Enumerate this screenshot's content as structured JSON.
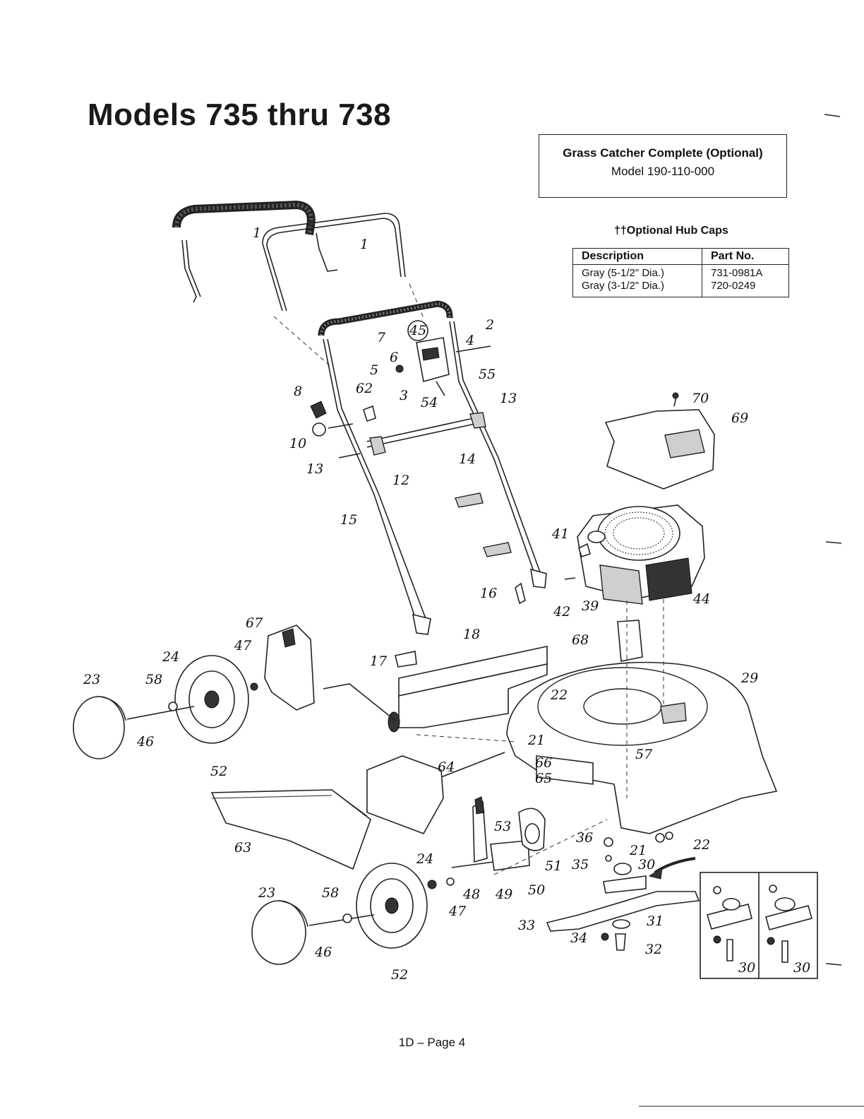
{
  "title": "Models 735 thru 738",
  "grass_catcher": {
    "title": "Grass Catcher Complete (Optional)",
    "model": "Model 190-110-000"
  },
  "hub_caps": {
    "title": "††Optional Hub Caps",
    "headers": {
      "description": "Description",
      "part_no": "Part No."
    },
    "rows": [
      {
        "description": "Gray (5-1/2\" Dia.)",
        "part_no": "731-0981A"
      },
      {
        "description": "Gray (3-1/2\" Dia.)",
        "part_no": "720-0249"
      }
    ]
  },
  "callouts": [
    "1",
    "1",
    "2",
    "3",
    "4",
    "5",
    "6",
    "7",
    "8",
    "10",
    "12",
    "13",
    "13",
    "14",
    "15",
    "16",
    "17",
    "18",
    "21",
    "21",
    "22",
    "22",
    "23",
    "23",
    "24",
    "24",
    "29",
    "30",
    "30",
    "30",
    "31",
    "32",
    "33",
    "34",
    "35",
    "36",
    "39",
    "41",
    "42",
    "44",
    "45",
    "46",
    "46",
    "47",
    "47",
    "48",
    "49",
    "50",
    "51",
    "52",
    "52",
    "53",
    "54",
    "55",
    "57",
    "58",
    "58",
    "62",
    "63",
    "64",
    "65",
    "66",
    "67",
    "68",
    "69",
    "70"
  ],
  "footer": "1D – Page 4"
}
